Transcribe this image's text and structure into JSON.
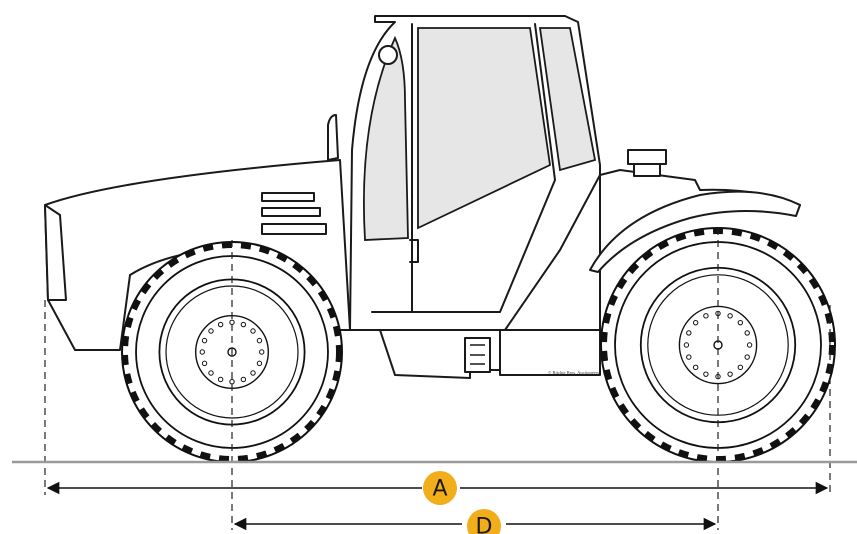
{
  "dimensions": [
    {
      "id": "overall-length",
      "label": "A",
      "color": "#f2ad1b"
    },
    {
      "id": "wheelbase",
      "label": "D",
      "color": "#f2ad1b"
    }
  ],
  "copyright": "© Ritchie Bros. Auctioneers"
}
